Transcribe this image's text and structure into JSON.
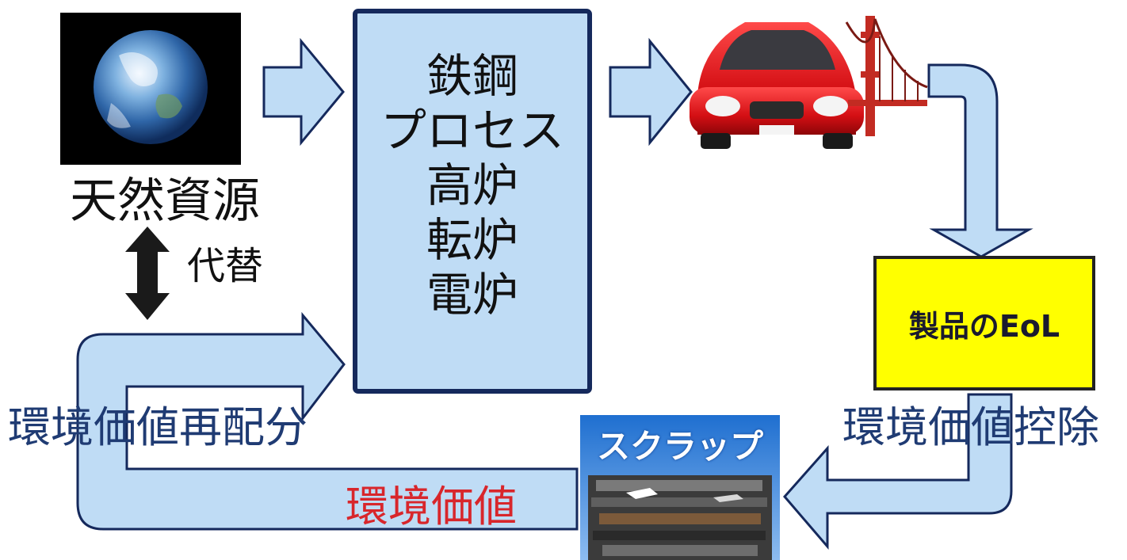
{
  "natural_resource": "天然資源",
  "substitute": "代替",
  "process_lines": [
    "鉄鋼",
    "プロセス",
    "高炉",
    "転炉",
    "電炉"
  ],
  "eol": "製品のEoL",
  "redistribution": "環境価値再配分",
  "deduction": "環境価値控除",
  "environmental_value": "環境価値",
  "scrap": "スクラップ",
  "colors": {
    "arrow_fill": "#bfdcf5",
    "arrow_stroke": "#15295c",
    "eol_fill": "#ffff00",
    "label_blue": "#1f3b73",
    "label_red": "#d8262b"
  }
}
